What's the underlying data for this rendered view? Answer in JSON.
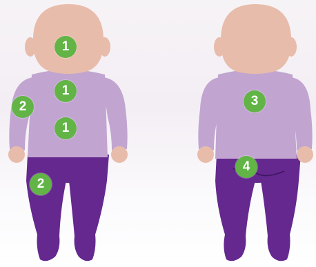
{
  "colors": {
    "skin": "#e8bcaa",
    "shirt": "#c1a5d0",
    "pants": "#64288e",
    "marker": "#62b446",
    "marker_text": "#ffffff"
  },
  "figures": [
    {
      "view": "front"
    },
    {
      "view": "back"
    }
  ],
  "markers": [
    {
      "label": "1",
      "area": "face"
    },
    {
      "label": "1",
      "area": "upper-chest"
    },
    {
      "label": "1",
      "area": "belly"
    },
    {
      "label": "2",
      "area": "arm"
    },
    {
      "label": "2",
      "area": "leg"
    },
    {
      "label": "3",
      "area": "back"
    },
    {
      "label": "4",
      "area": "buttocks"
    }
  ]
}
